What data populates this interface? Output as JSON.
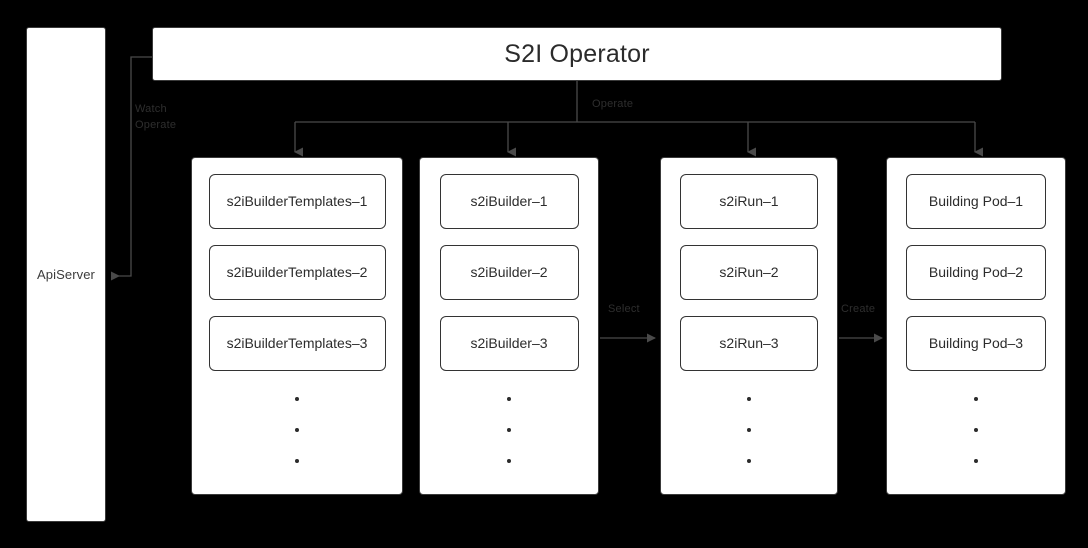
{
  "diagram": {
    "title": "S2I Operator",
    "background_color": "#000000",
    "box_fill": "#ffffff",
    "line_color": "#3a3a3a",
    "text_color": "#2c2c2c",
    "label_color": "#2e2e2e"
  },
  "apiserver": {
    "label": "ApiServer"
  },
  "operator": {
    "title": "S2I Operator"
  },
  "edges": {
    "watch_operate": "Watch\nOperate",
    "watch": "Watch",
    "operate_left": "Operate",
    "operate": "Operate",
    "select": "Select",
    "create": "Create"
  },
  "columns": [
    {
      "name": "s2ibuildertemplates",
      "cards": [
        "s2iBuilderTemplates–1",
        "s2iBuilderTemplates–2",
        "s2iBuilderTemplates–3"
      ],
      "ellipsis_dots": 3
    },
    {
      "name": "s2ibuilder",
      "cards": [
        "s2iBuilder–1",
        "s2iBuilder–2",
        "s2iBuilder–3"
      ],
      "ellipsis_dots": 3
    },
    {
      "name": "s2irun",
      "cards": [
        "s2iRun–1",
        "s2iRun–2",
        "s2iRun–3"
      ],
      "ellipsis_dots": 3
    },
    {
      "name": "building-pod",
      "cards": [
        "Building Pod–1",
        "Building Pod–2",
        "Building Pod–3"
      ],
      "ellipsis_dots": 3
    }
  ]
}
